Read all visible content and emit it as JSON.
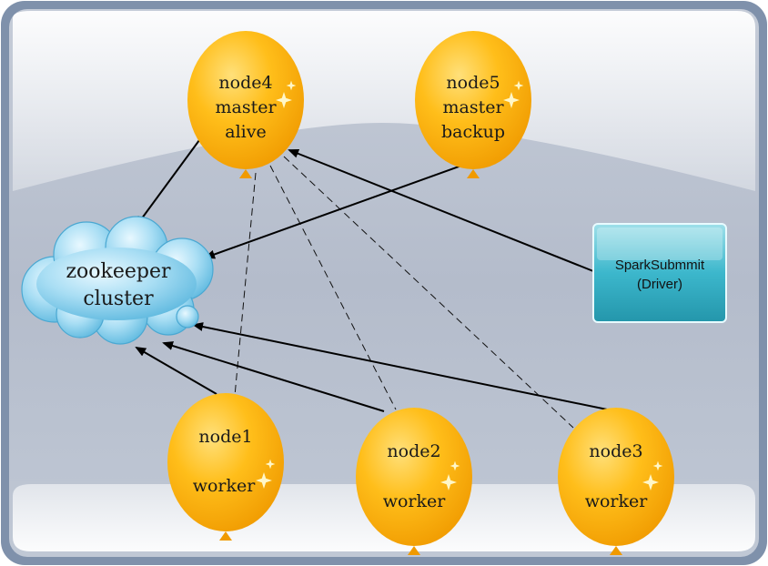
{
  "nodes": {
    "node4": {
      "lines": [
        "node4",
        "master",
        "alive"
      ]
    },
    "node5": {
      "lines": [
        "node5",
        "master",
        "backup"
      ]
    },
    "node1": {
      "lines": [
        "node1",
        "worker"
      ]
    },
    "node2": {
      "lines": [
        "node2",
        "worker"
      ]
    },
    "node3": {
      "lines": [
        "node3",
        "worker"
      ]
    }
  },
  "zookeeper": {
    "lines": [
      "zookeeper",
      "cluster"
    ]
  },
  "driver": {
    "lines": [
      "SparkSubmmit",
      "(Driver)"
    ]
  },
  "colors": {
    "frame": "#8a9bb3",
    "panel": "#b9c3d3",
    "balloon": "#ffb100",
    "cloud": "#8fd1ee",
    "driver_box": "#3cb7cc"
  }
}
